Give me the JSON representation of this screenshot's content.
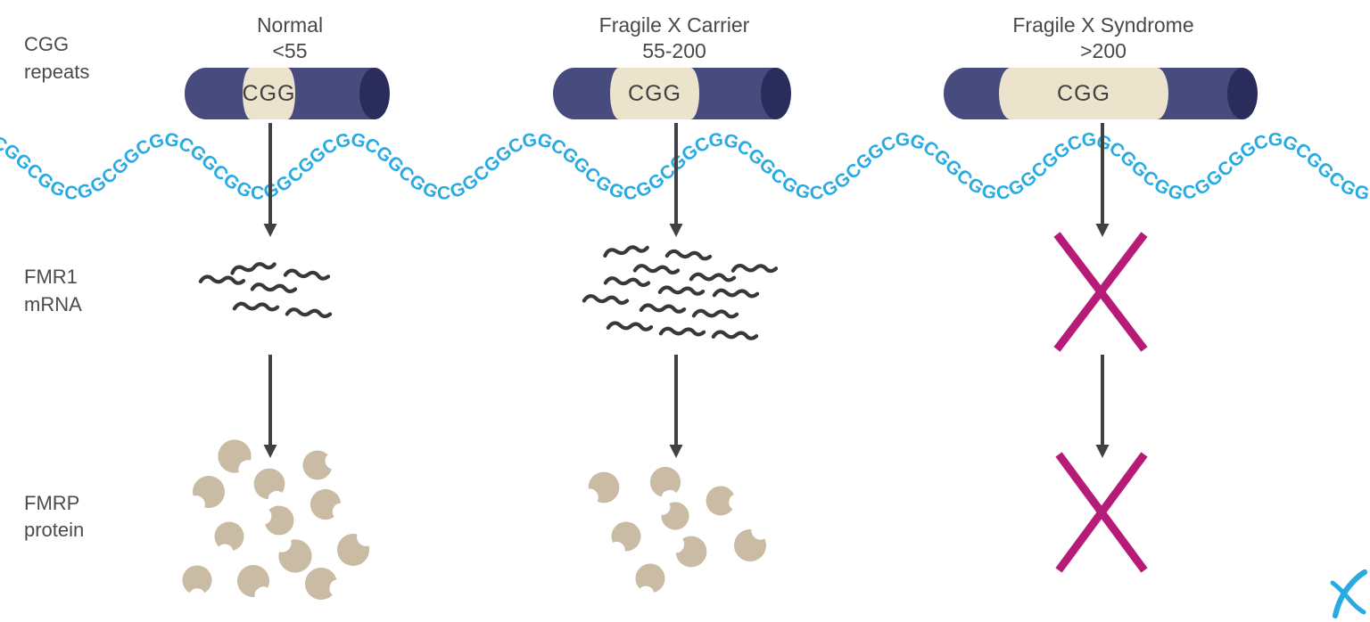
{
  "figure": {
    "row_labels": [
      {
        "line1": "CGG",
        "line2": "repeats"
      },
      {
        "line1": "FMR1",
        "line2": "mRNA"
      },
      {
        "line1": "FMRP",
        "line2": "protein"
      }
    ],
    "columns": [
      {
        "title": "Normal",
        "subtitle": "<55",
        "gene_segment_label": "CGG",
        "mrna_molecules": 6,
        "protein_molecules": 12,
        "mrna_absent": false,
        "protein_absent": false
      },
      {
        "title": "Fragile X Carrier",
        "subtitle": "55-200",
        "gene_segment_label": "CGG",
        "mrna_molecules": 14,
        "protein_molecules": 8,
        "mrna_absent": false,
        "protein_absent": false
      },
      {
        "title": "Fragile X Syndrome",
        "subtitle": ">200",
        "gene_segment_label": "CGG",
        "mrna_molecules": 0,
        "protein_molecules": 0,
        "mrna_absent": true,
        "protein_absent": true
      }
    ],
    "dna_chain": {
      "repeat_unit": "CGG",
      "repeat_count": 46
    },
    "colors": {
      "cylinder_body": "#474b7d",
      "cylinder_cap": "#2a2d5b",
      "cgg_segment": "#ece3cc",
      "dna_chain_blue": "#29abe2",
      "mrna_dark": "#38383a",
      "protein_tan": "#c9bba4",
      "absent_x_magenta": "#b61b78",
      "arrow_gray": "#414142",
      "logo_blue": "#29abe2"
    },
    "logo_glyph": "X"
  }
}
